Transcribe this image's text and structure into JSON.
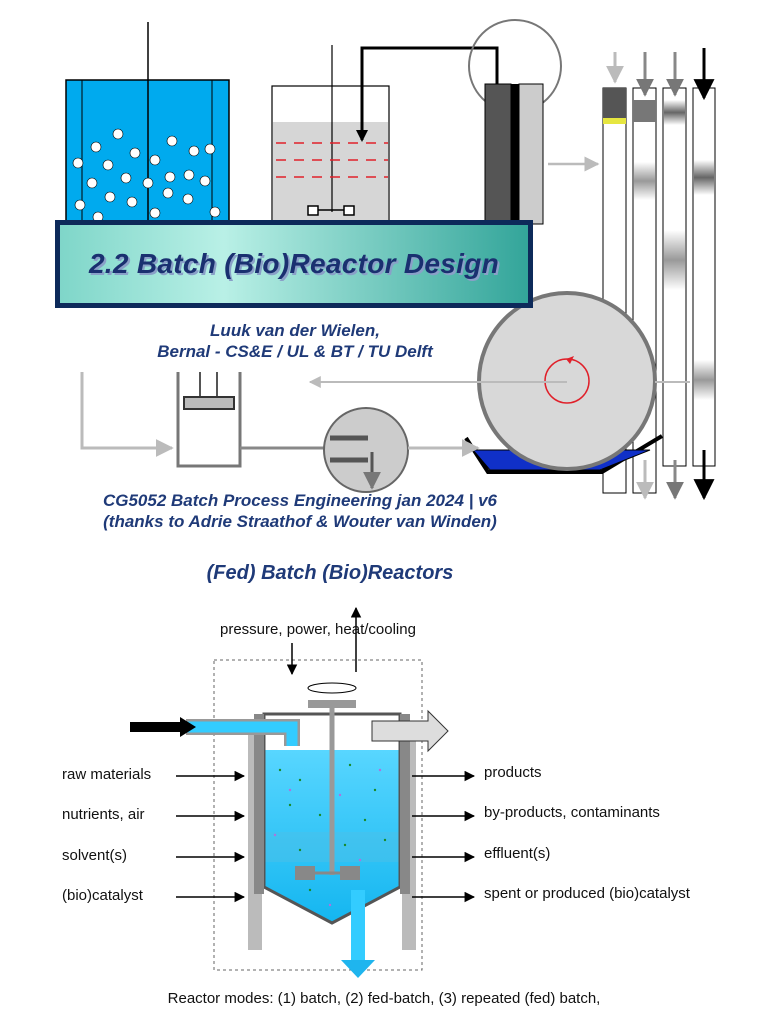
{
  "header": {
    "title": "2.2 Batch (Bio)Reactor Design",
    "author_line1": "Luuk van der Wielen,",
    "author_line2": "Bernal - CS&E / UL & BT / TU Delft",
    "course_line1": "CG5052 Batch Process Engineering jan 2024 | v6",
    "course_line2": "(thanks to Adrie Straathof & Wouter van Winden)"
  },
  "section": {
    "title": "(Fed) Batch (Bio)Reactors"
  },
  "reactor": {
    "top_label": "pressure, power, heat/cooling",
    "inputs": [
      "raw materials",
      "nutrients, air",
      "solvent(s)",
      "(bio)catalyst"
    ],
    "outputs": [
      "products",
      "by-products, contaminants",
      "effluent(s)",
      "spent or produced (bio)catalyst"
    ]
  },
  "footer": {
    "modes": "Reactor modes: (1) batch, (2) fed-batch, (3) repeated (fed) batch,"
  },
  "colors": {
    "title_text": "#1a3070",
    "banner_border": "#0d2a5a",
    "liquid": "#33ccff",
    "accent_blue": "#1565d8"
  }
}
